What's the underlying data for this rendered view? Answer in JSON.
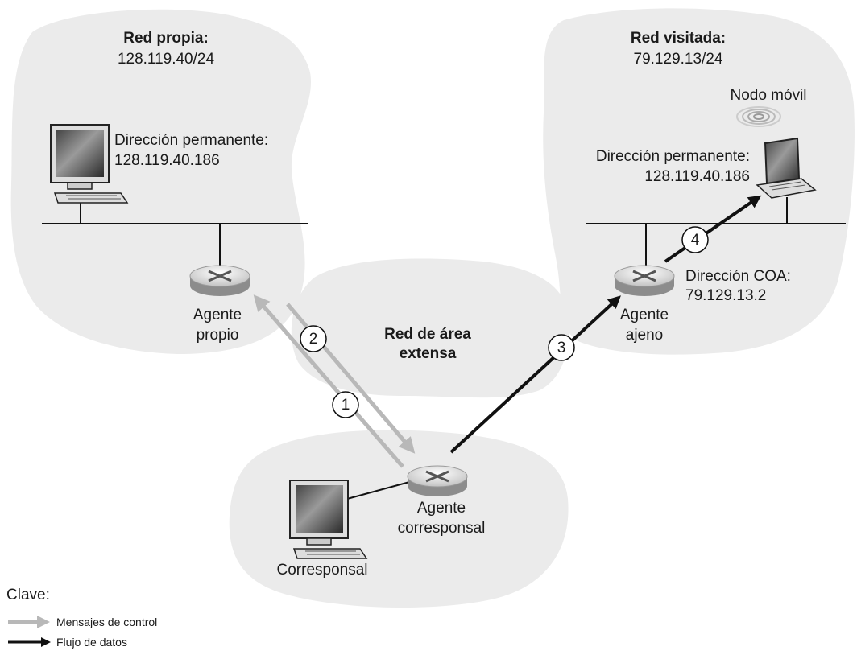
{
  "networks": {
    "home": {
      "title": "Red propia:",
      "subnet": "128.119.40/24"
    },
    "visited": {
      "title": "Red visitada:",
      "subnet": "79.129.13/24"
    },
    "wan": {
      "line1": "Red de área",
      "line2": "extensa"
    }
  },
  "hosts": {
    "home_host": {
      "label1": "Dirección permanente:",
      "label2": "128.119.40.186"
    },
    "mobile": {
      "title": "Nodo móvil",
      "label1": "Dirección permanente:",
      "label2": "128.119.40.186"
    },
    "correspondent": {
      "label": "Corresponsal"
    }
  },
  "routers": {
    "home_agent": {
      "line1": "Agente",
      "line2": "propio"
    },
    "foreign_agent": {
      "line1": "Agente",
      "line2": "ajeno"
    },
    "correspondent_agent": {
      "line1": "Agente",
      "line2": "corresponsal"
    }
  },
  "coa": {
    "line1": "Dirección COA:",
    "line2": "79.129.13.2"
  },
  "steps": [
    "1",
    "2",
    "3",
    "4"
  ],
  "legend": {
    "title": "Clave:",
    "control": "Mensajes de control",
    "data": "Flujo de datos"
  },
  "colors": {
    "cloud": "#ebebeb",
    "control": "#b8b8b8",
    "data": "#111111"
  }
}
